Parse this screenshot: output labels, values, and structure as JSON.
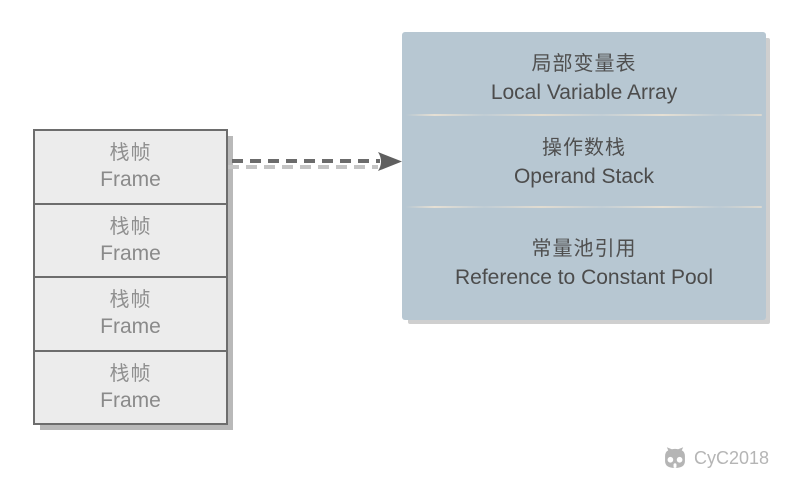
{
  "stack": {
    "frames": [
      {
        "zh": "栈帧",
        "en": "Frame"
      },
      {
        "zh": "栈帧",
        "en": "Frame"
      },
      {
        "zh": "栈帧",
        "en": "Frame"
      },
      {
        "zh": "栈帧",
        "en": "Frame"
      }
    ]
  },
  "detail_box": {
    "sections": [
      {
        "zh": "局部变量表",
        "en": "Local Variable Array"
      },
      {
        "zh": "操作数栈",
        "en": "Operand Stack"
      },
      {
        "zh": "常量池引用",
        "en": "Reference to Constant Pool"
      }
    ]
  },
  "watermark": {
    "label": "CyC2018",
    "icon": "octocat-icon"
  },
  "colors": {
    "detail_box_bg": "#b7c7d2",
    "frame_fill": "#ececec",
    "frame_border": "#6d6d6d",
    "frame_text": "#8c8c8c",
    "detail_text": "#4f4f4f",
    "arrow_dark": "#6b6b6b",
    "arrow_shadow": "#c4c4c4",
    "watermark_gray": "#b5b5b5"
  }
}
